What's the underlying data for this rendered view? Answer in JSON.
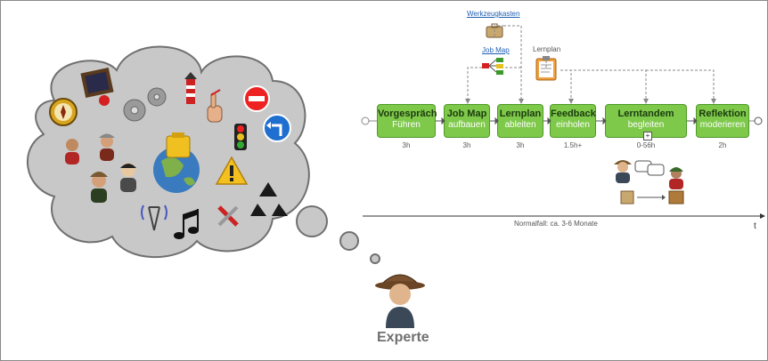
{
  "header": {
    "toolbox_link": "Werkzeugkasten",
    "jobmap_link": "Job Map",
    "lernplan_label": "Lernplan"
  },
  "process": {
    "steps": [
      {
        "title": "Vorgespräch",
        "subtitle": "Führen",
        "duration": "3h"
      },
      {
        "title": "Job Map",
        "subtitle": "aufbauen",
        "duration": "3h"
      },
      {
        "title": "Lernplan",
        "subtitle": "ableiten",
        "duration": "3h"
      },
      {
        "title": "Feedback",
        "subtitle": "einholen",
        "duration": "1.5h+"
      },
      {
        "title": "Lerntandem",
        "subtitle": "begleiten",
        "duration": "0-56h"
      },
      {
        "title": "Reflektion",
        "subtitle": "moderieren",
        "duration": "2h"
      }
    ],
    "timeline_label": "Normalfall: ca. 3-6 Monate",
    "axis_label": "t"
  },
  "expert": {
    "label": "Experte"
  },
  "colors": {
    "step_fill": "#7ec84a",
    "step_border": "#4e9a28",
    "cloud_fill": "#c8c8c8",
    "cloud_stroke": "#707070",
    "link": "#1f5fb4"
  },
  "icons": [
    "compass-icon",
    "blackboard-icon",
    "gears-icon",
    "lighthouse-icon",
    "no-entry-icon",
    "finger-icon",
    "traffic-light-icon",
    "turn-left-sign-icon",
    "person-icon",
    "mailbox-globe-icon",
    "warning-icon",
    "recycle-icon",
    "antenna-icon",
    "music-note-icon",
    "tools-icon",
    "briefcase-icon",
    "clipboard-icon"
  ]
}
